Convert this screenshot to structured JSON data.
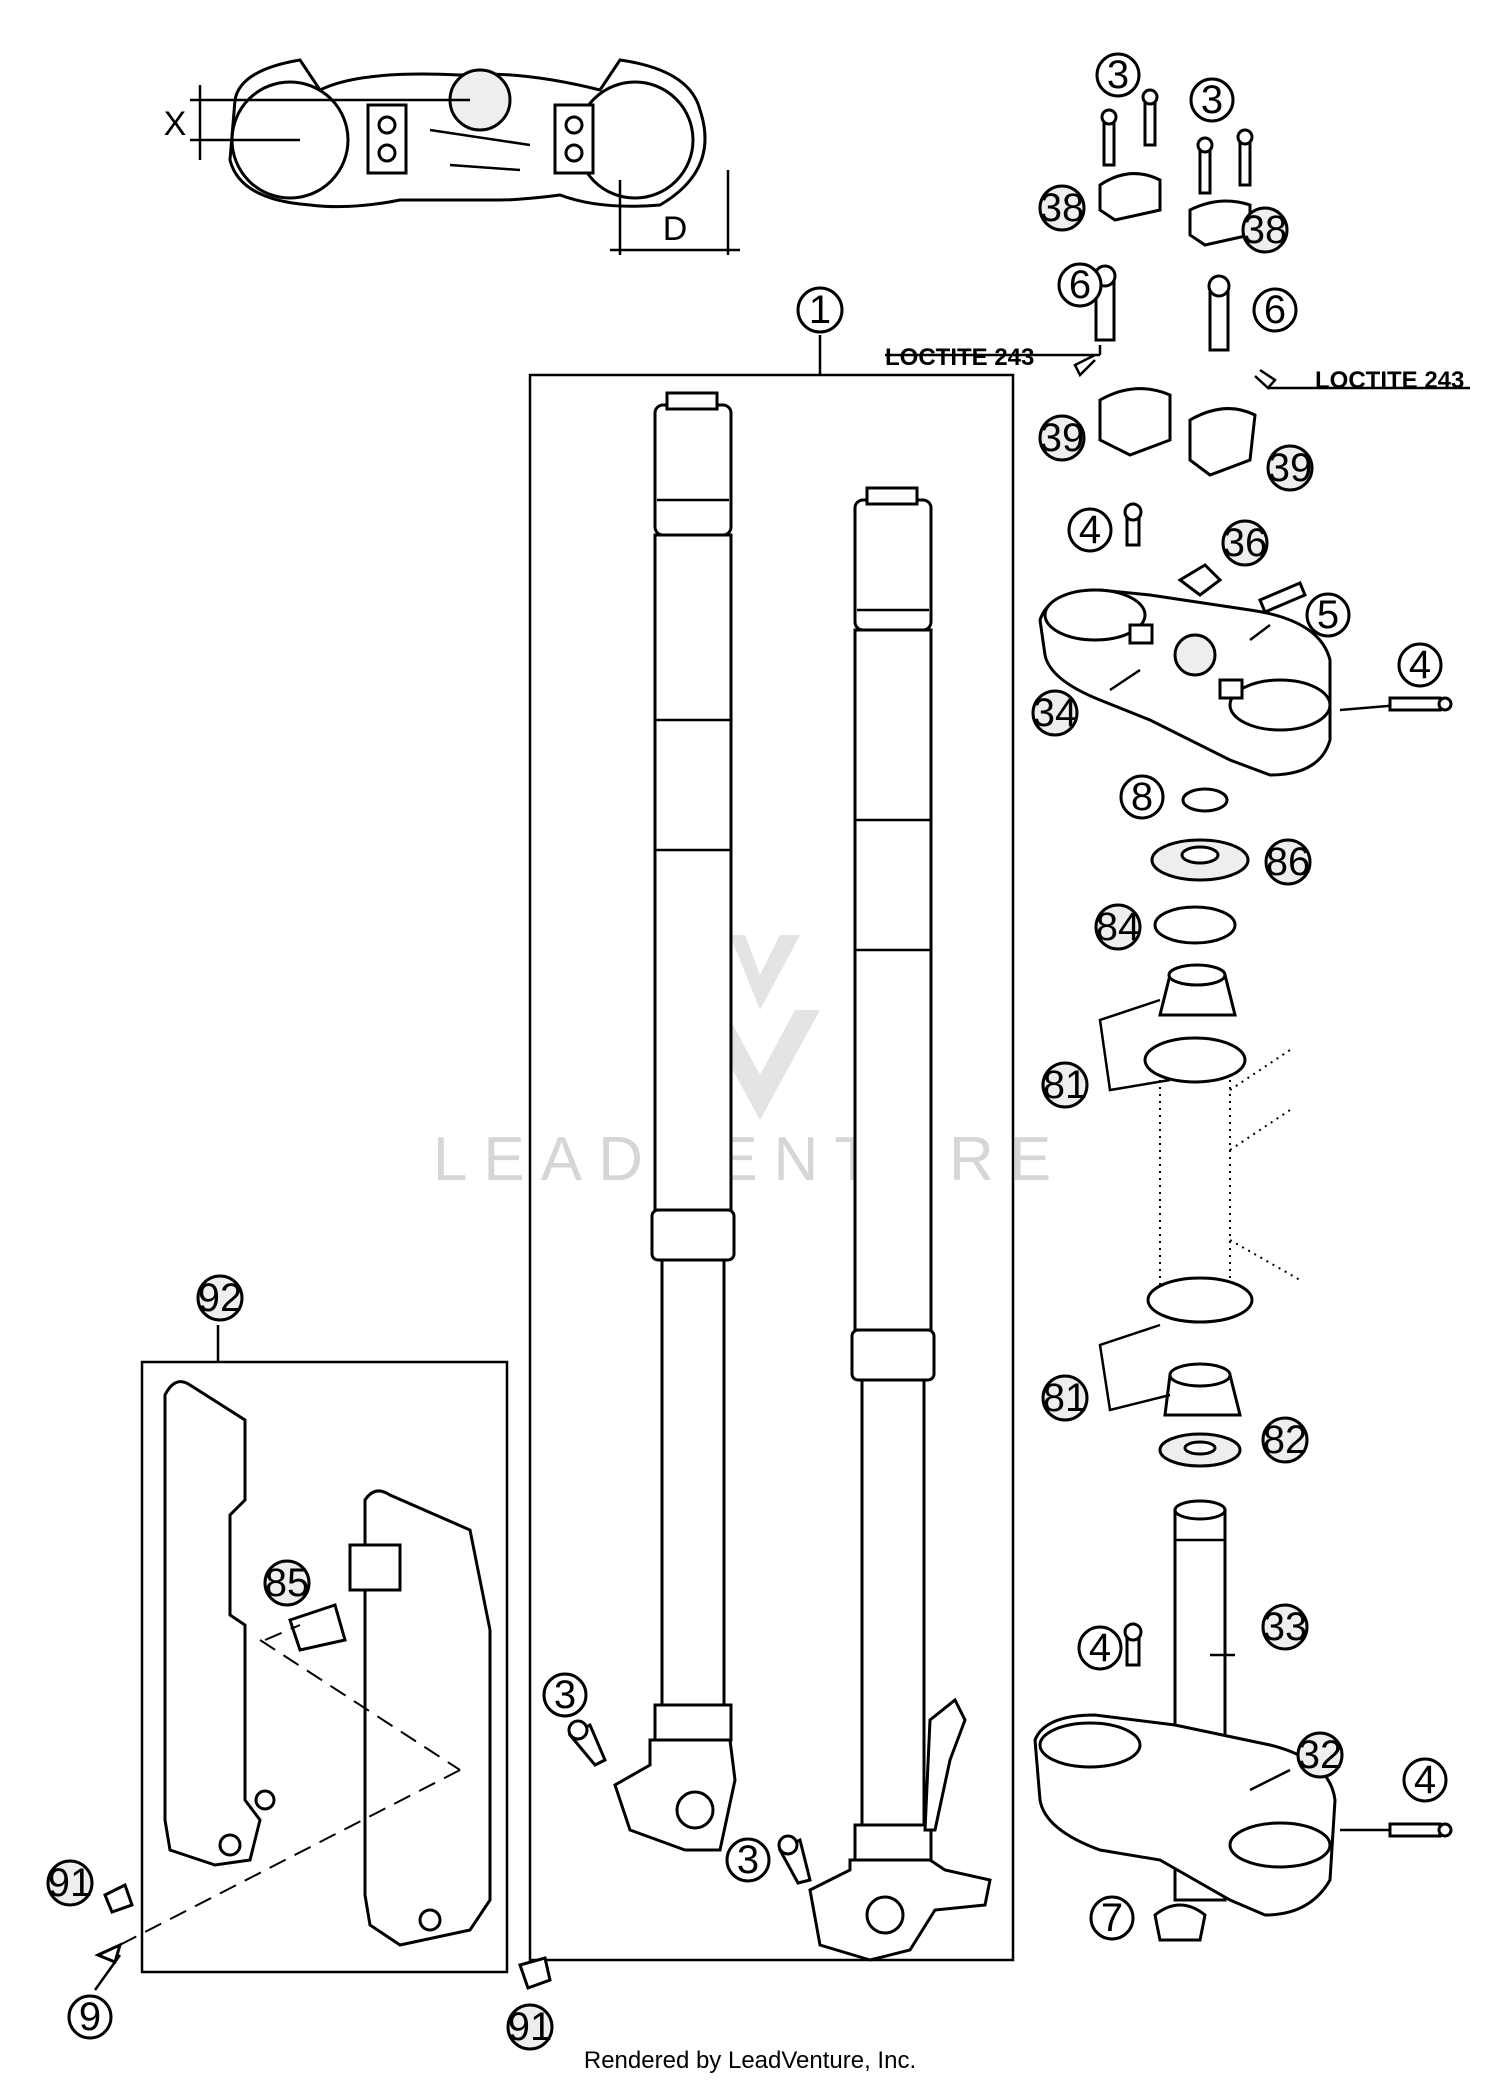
{
  "callouts": {
    "c1": "1",
    "c3a": "3",
    "c3b": "3",
    "c38a": "38",
    "c38b": "38",
    "c6a": "6",
    "c6b": "6",
    "c39a": "39",
    "c39b": "39",
    "c4a": "4",
    "c36": "36",
    "c5": "5",
    "c4b": "4",
    "c34": "34",
    "c8": "8",
    "c86": "86",
    "c84": "84",
    "c81a": "81",
    "c81b": "81",
    "c82": "82",
    "c92": "92",
    "c85": "85",
    "c3c": "3",
    "c3d": "3",
    "c4c": "4",
    "c33": "33",
    "c32": "32",
    "c4d": "4",
    "c7": "7",
    "c91a": "91",
    "c9": "9",
    "c91b": "91"
  },
  "notes": {
    "loctite_left": "LOCTITE 243",
    "loctite_right": "LOCTITE 243"
  },
  "dimensions": {
    "x": "X",
    "d": "D"
  },
  "watermark": "LEADVENTURE",
  "footer": "Rendered by LeadVenture, Inc."
}
